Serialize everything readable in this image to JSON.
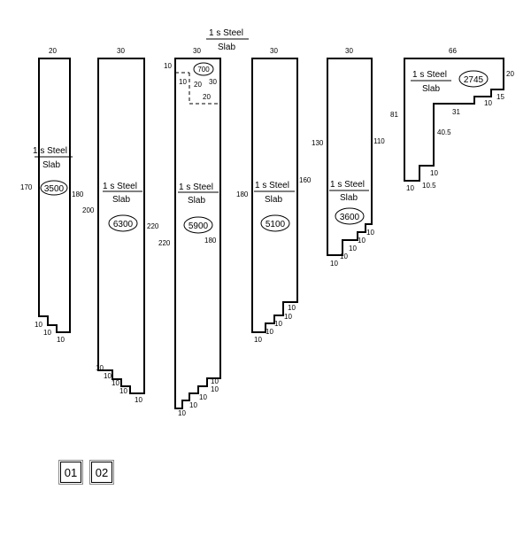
{
  "diagram": {
    "material_top": "1 s Steel",
    "material_bottom": "Slab",
    "profiles": [
      {
        "id": "p1",
        "value": "3500",
        "dims": {
          "top": "20",
          "left": "170",
          "right": "180",
          "b1": "10",
          "b2": "10",
          "b3": "10"
        }
      },
      {
        "id": "p2",
        "value": "6300",
        "dims": {
          "top": "30",
          "left": "200",
          "right": "220",
          "b1": "10",
          "b2": "10",
          "b3": "10",
          "b4": "10",
          "b5": "10"
        }
      },
      {
        "id": "p3",
        "value": "5900",
        "notch_value": "700",
        "dims": {
          "top": "30",
          "left": "220",
          "right": "180",
          "n1": "10",
          "n2": "10",
          "n3": "20",
          "n4": "30",
          "n5": "20",
          "b1": "10",
          "b2": "10",
          "b3": "10",
          "b4": "10",
          "b5": "10"
        }
      },
      {
        "id": "p4",
        "value": "5100",
        "dims": {
          "top": "30",
          "left": "180",
          "right": "160",
          "b1": "10",
          "b2": "10",
          "b3": "10",
          "b4": "10",
          "b5": "10"
        }
      },
      {
        "id": "p5",
        "value": "3600",
        "dims": {
          "top": "30",
          "left": "130",
          "right": "110",
          "b1": "10",
          "b2": "10",
          "b3": "10",
          "b4": "10",
          "b5": "10"
        }
      },
      {
        "id": "p6",
        "value": "2745",
        "dims": {
          "top": "66",
          "right": "20",
          "left": "81",
          "s1": "15",
          "s2": "10",
          "s3": "31",
          "s4": "40.5",
          "s5": "10",
          "s6": "10.5",
          "s7": "10"
        }
      }
    ]
  },
  "pager": {
    "page1": "01",
    "page2": "02"
  }
}
